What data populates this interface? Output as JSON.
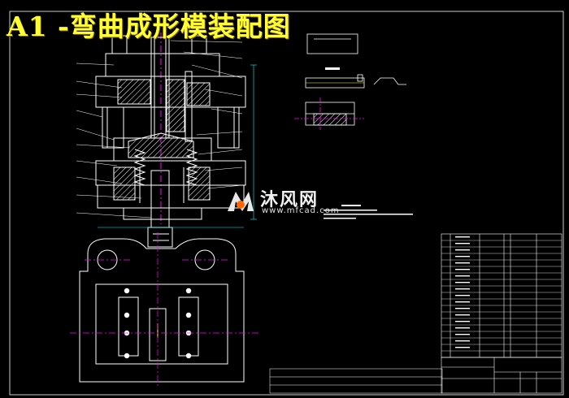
{
  "title": "A1 -弯曲成形模装配图",
  "watermark": {
    "name": "沐风网",
    "url": "www.mfcad.com",
    "logo_icon": "mfcad-logo-icon"
  },
  "colors": {
    "background": "#000000",
    "title": "#ffff33",
    "line": "#ffffff",
    "centerline": "#ff00ff",
    "dimension": "#00ffff",
    "detail": "#ffff00"
  },
  "views": [
    "front-section",
    "top-plan",
    "part-detail",
    "bill-of-materials",
    "title-block"
  ]
}
